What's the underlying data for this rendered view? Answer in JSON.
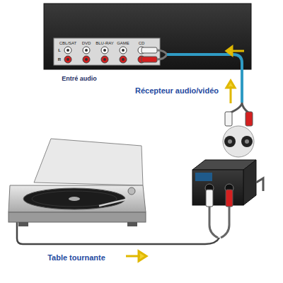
{
  "diagram": {
    "labels": [
      "CBL/SAT",
      "DVD",
      "BLU-RAY",
      "GAME",
      "CD",
      "L",
      "R",
      "Entré audio",
      "Récepteur audio/vidéo",
      "Table tournante"
    ]
  }
}
